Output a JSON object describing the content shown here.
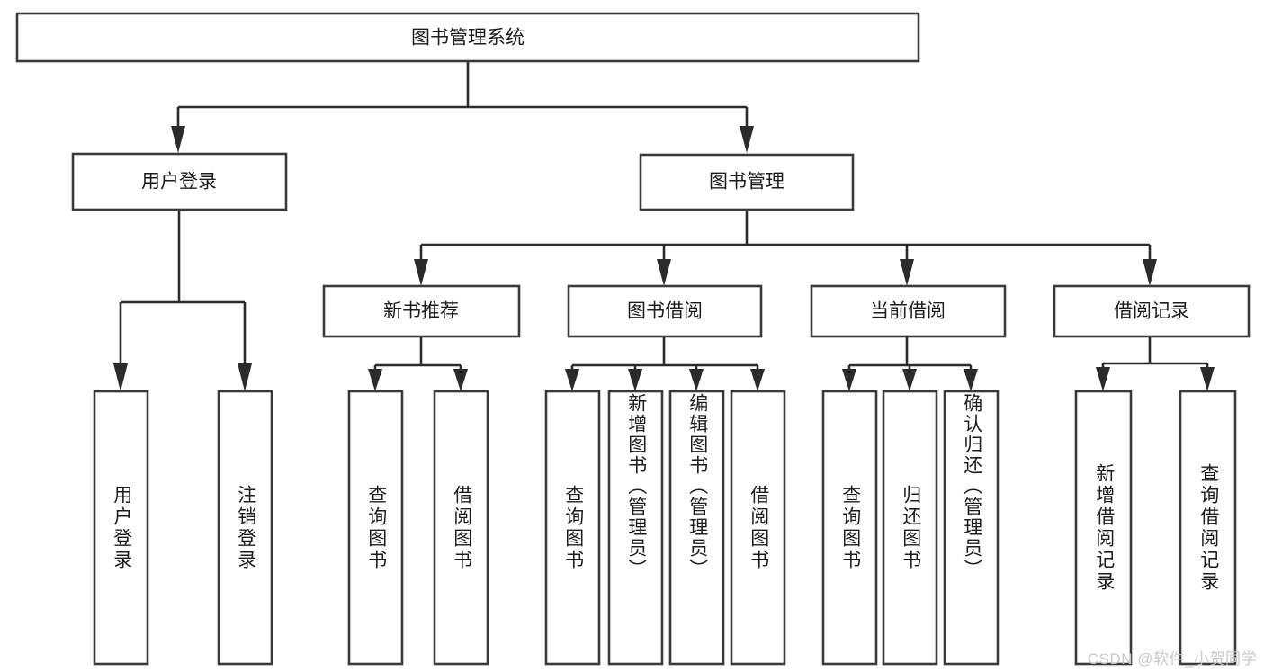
{
  "diagram": {
    "type": "tree",
    "title": "图书管理系统",
    "watermark": "CSDN @软件_小贺同学",
    "colors": {
      "background": "#ffffff",
      "box_stroke": "#3a3a3a",
      "connector": "#2b2b2b",
      "text": "#1d1d1d",
      "watermark": "#c9c9c9"
    },
    "root": {
      "label": "图书管理系统"
    },
    "level2": [
      {
        "label": "用户登录"
      },
      {
        "label": "图书管理"
      }
    ],
    "level3": [
      {
        "label": "新书推荐"
      },
      {
        "label": "图书借阅"
      },
      {
        "label": "当前借阅"
      },
      {
        "label": "借阅记录"
      }
    ],
    "leaves": {
      "user_login": [
        {
          "label": "用户登录"
        },
        {
          "label": "注销登录"
        }
      ],
      "new_book_recommend": [
        {
          "label": "查询图书"
        },
        {
          "label": "借阅图书"
        }
      ],
      "book_borrow": [
        {
          "label": "查询图书"
        },
        {
          "label": "新增图书（管理员）"
        },
        {
          "label": "编辑图书（管理员）"
        },
        {
          "label": "借阅图书"
        }
      ],
      "current_borrow": [
        {
          "label": "查询图书"
        },
        {
          "label": "归还图书"
        },
        {
          "label": "确认归还（管理员）"
        }
      ],
      "borrow_record": [
        {
          "label": "新增借阅记录"
        },
        {
          "label": "查询借阅记录"
        }
      ]
    }
  }
}
